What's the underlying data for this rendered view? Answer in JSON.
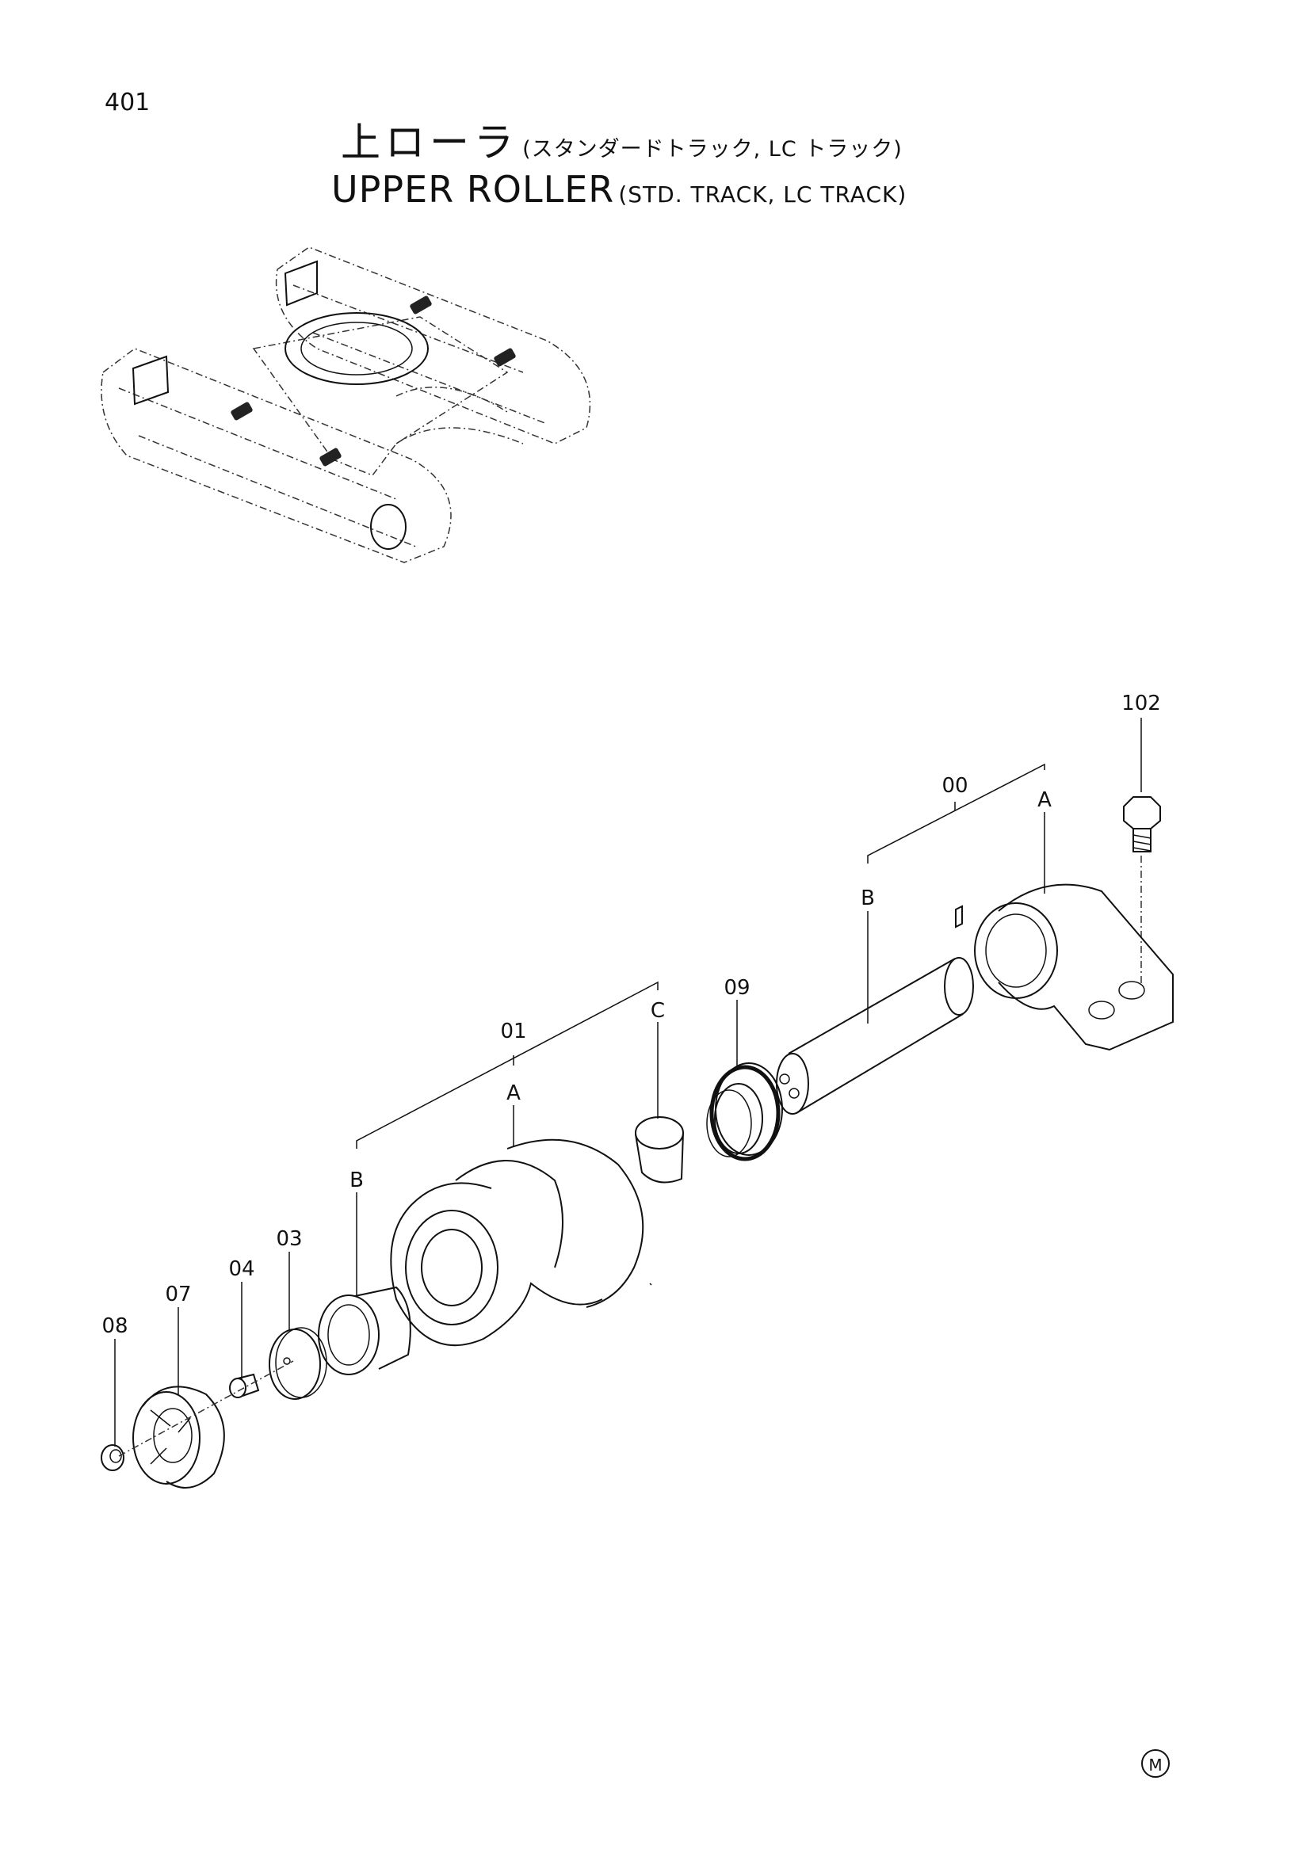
{
  "header": {
    "page_number": "401",
    "title_jp": "上ローラ",
    "title_jp_sub": "(スタンダードトラック, LC トラック)",
    "title_en": "UPPER ROLLER",
    "title_en_sub": "(STD. TRACK, LC TRACK)"
  },
  "callouts": {
    "p102": "102",
    "p00": "00",
    "p00_a": "A",
    "p00_b": "B",
    "p09": "09",
    "p01": "01",
    "p01_a": "A",
    "p01_b": "B",
    "p01_c": "C",
    "p03": "03",
    "p04": "04",
    "p07": "07",
    "p08": "08"
  },
  "footer": {
    "mark": "M"
  }
}
